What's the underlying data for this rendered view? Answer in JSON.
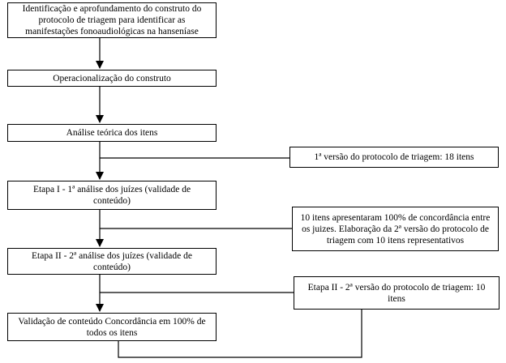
{
  "flow": {
    "step1": "Identificação e aprofundamento do construto do protocolo de triagem para identificar as manifestações fonoaudiológicas  na hanseníase",
    "step2": "Operacionalização do construto",
    "step3": "Análise teórica dos itens",
    "step4": "Etapa I - 1ª análise dos juízes (validade de conteúdo)",
    "step5": "Etapa II - 2ª análise dos juízes (validade de conteúdo)",
    "step6": "Validação de conteúdo Concordância em 100% de todos os itens"
  },
  "side": {
    "note1": "1ª versão do protocolo de triagem: 18 itens",
    "note2": "10 itens apresentaram 100% de concordância entre os juizes. Elaboração da 2ª versão do protocolo de triagem com 10 itens representativos",
    "note3": "Etapa II - 2ª versão do protocolo de triagem: 10 itens"
  }
}
